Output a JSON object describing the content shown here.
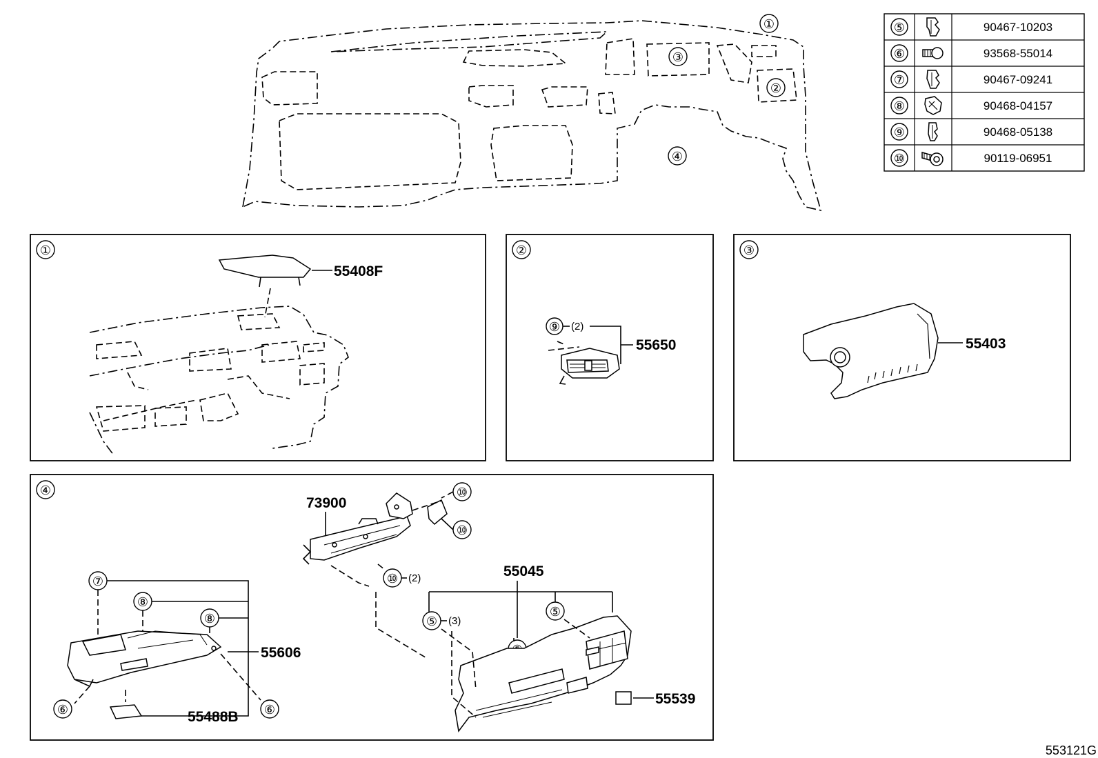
{
  "callouts": {
    "c1": "①",
    "c2": "②",
    "c3": "③",
    "c4": "④",
    "c5": "⑤",
    "c6": "⑥",
    "c7": "⑦",
    "c8": "⑧",
    "c9": "⑨",
    "c10": "⑩"
  },
  "fastener_table": [
    {
      "ref": "⑤",
      "icon": "clip-icon",
      "part": "90467-10203"
    },
    {
      "ref": "⑥",
      "icon": "screw-icon",
      "part": "93568-55014"
    },
    {
      "ref": "⑦",
      "icon": "clip-icon",
      "part": "90467-09241"
    },
    {
      "ref": "⑧",
      "icon": "clamp-icon",
      "part": "90468-04157"
    },
    {
      "ref": "⑨",
      "icon": "clip-icon",
      "part": "90468-05138"
    },
    {
      "ref": "⑩",
      "icon": "bolt-icon",
      "part": "90119-06951"
    }
  ],
  "parts": {
    "p55408F": "55408F",
    "p55650": "55650",
    "p55403": "55403",
    "p73900": "73900",
    "p55045": "55045",
    "p55606": "55606",
    "p55488B": "55488B",
    "p55539": "55539"
  },
  "qty": {
    "two": "(2)",
    "three": "(3)"
  },
  "diagram_id": "553121G"
}
